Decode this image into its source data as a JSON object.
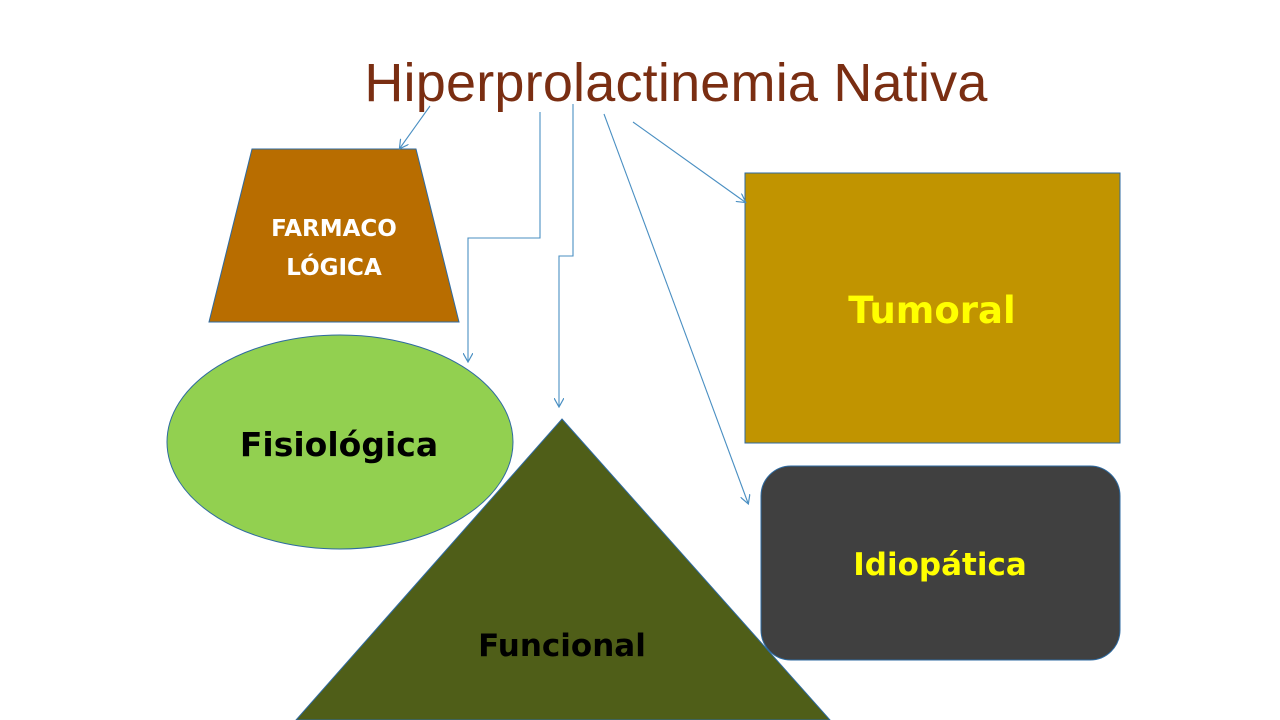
{
  "title": "Hiperprolactinemia Nativa",
  "nodes": {
    "farmacologica": {
      "line1": "FARMACO",
      "line2": "LÓGICA",
      "fill": "#b86d00",
      "text_color": "#ffffff"
    },
    "fisiologica": {
      "label": "Fisiológica",
      "fill": "#92d050",
      "text_color": "#000000"
    },
    "funcional": {
      "label": "Funcional",
      "fill": "#4f5e18",
      "text_color": "#000000"
    },
    "tumoral": {
      "label": "Tumoral",
      "fill": "#c19400",
      "text_color": "#ffff00"
    },
    "idiopatica": {
      "label": "Idiopática",
      "fill": "#404040",
      "text_color": "#ffff00"
    }
  },
  "colors": {
    "title": "#7a2e12",
    "arrow": "#4a8fc2",
    "shape_border": "#2e6aa0"
  }
}
